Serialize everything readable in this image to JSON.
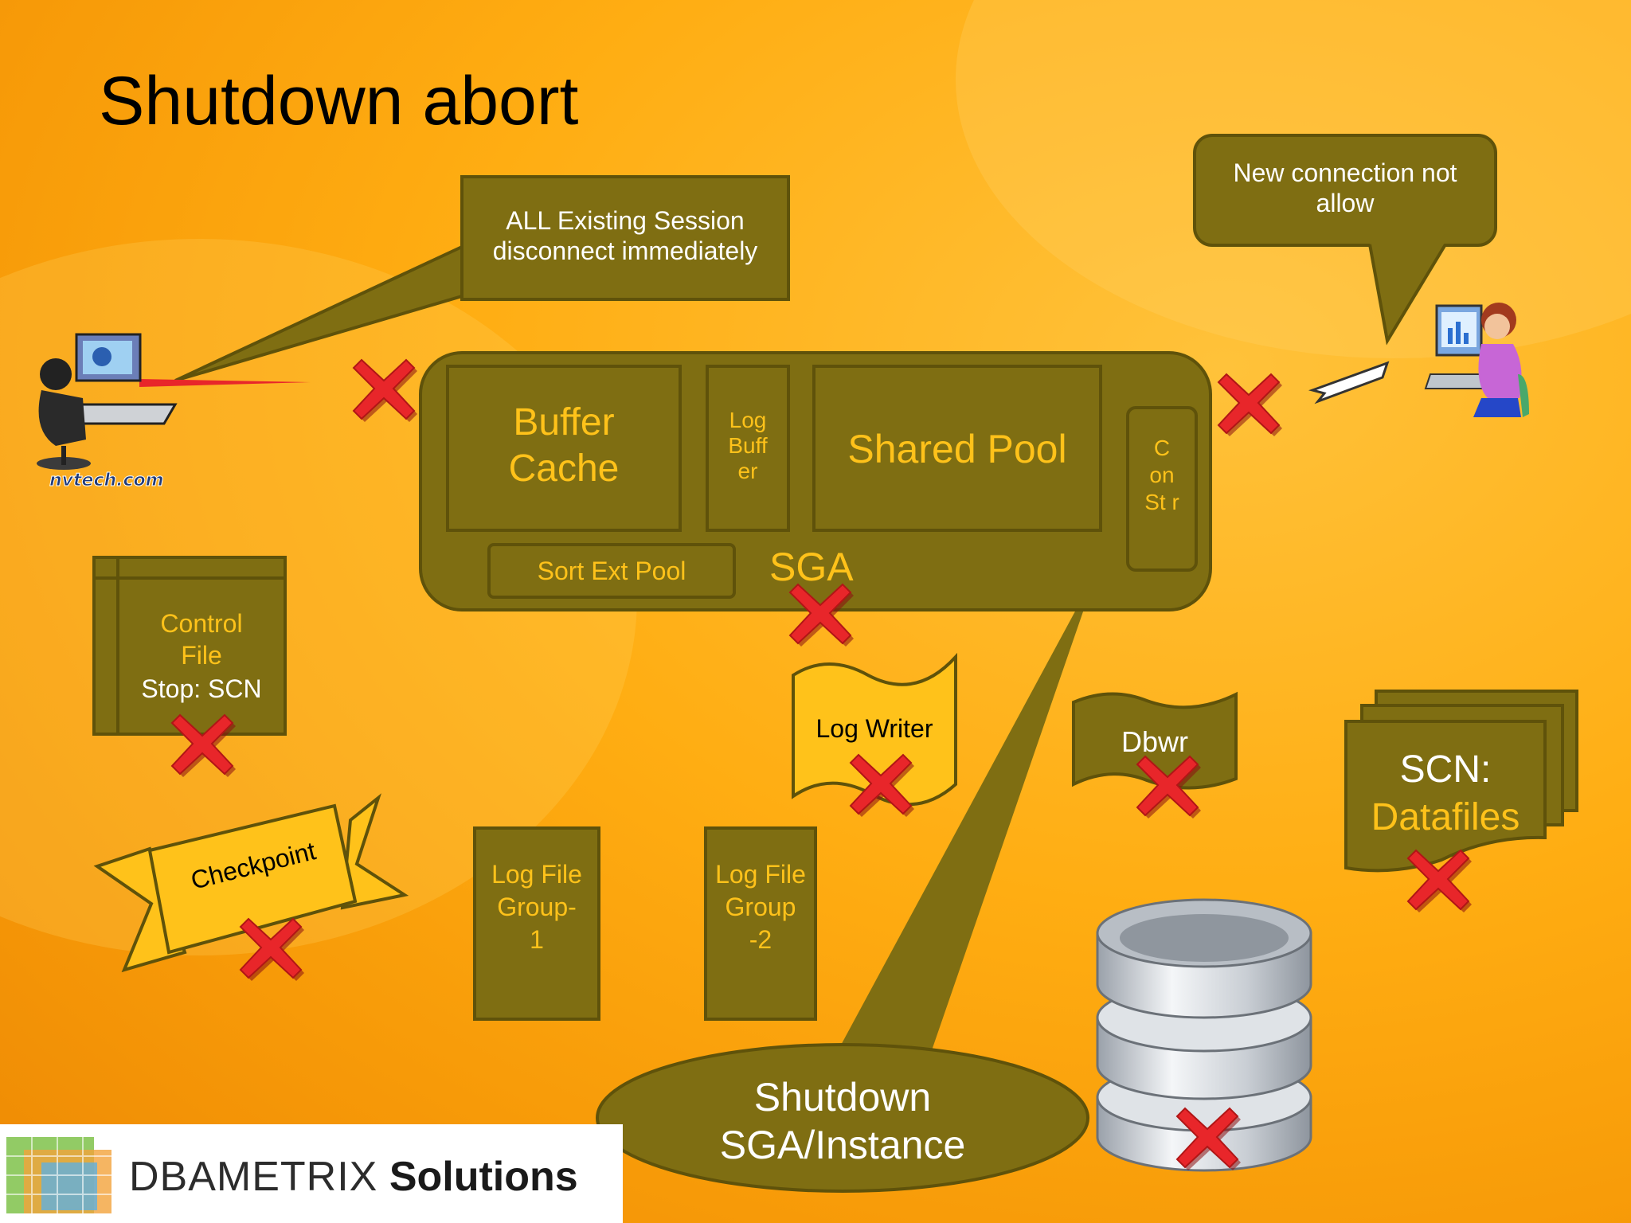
{
  "title": "Shutdown abort",
  "callouts": {
    "existing_sessions": "ALL Existing Session disconnect immediately",
    "new_connection": "New connection not allow",
    "shutdown": "Shutdown SGA/Instance"
  },
  "sga": {
    "label": "SGA",
    "buffer_cache": "Buffer Cache",
    "log_buffer": "Log Buff er",
    "shared_pool": "Shared Pool",
    "con_str": "C on St r",
    "sort_ext_pool": "Sort Ext Pool"
  },
  "control_file": {
    "line1": "Control",
    "line2": "File",
    "line3": "Stop: SCN"
  },
  "checkpoint": "Checkpoint",
  "log_writer": "Log Writer",
  "dbwr": "Dbwr",
  "datafiles": {
    "line1": "SCN:",
    "line2": "Datafiles"
  },
  "log_groups": [
    {
      "label": "Log File Group- 1"
    },
    {
      "label": "Log File Group -2"
    }
  ],
  "client_logo_text": "nvtech.com",
  "brand": {
    "name": "DBAMETRIX",
    "suffix": "Solutions"
  },
  "colors": {
    "olive": "#7f6e12",
    "yellow_text": "#ffc21a",
    "cross": "#e8262a",
    "background": "#ffad12"
  },
  "icons": [
    "user-computer-icon",
    "woman-computer-icon",
    "cross-icon",
    "arrow-icon",
    "database-cylinder-icon",
    "dbametrix-logo-icon"
  ]
}
